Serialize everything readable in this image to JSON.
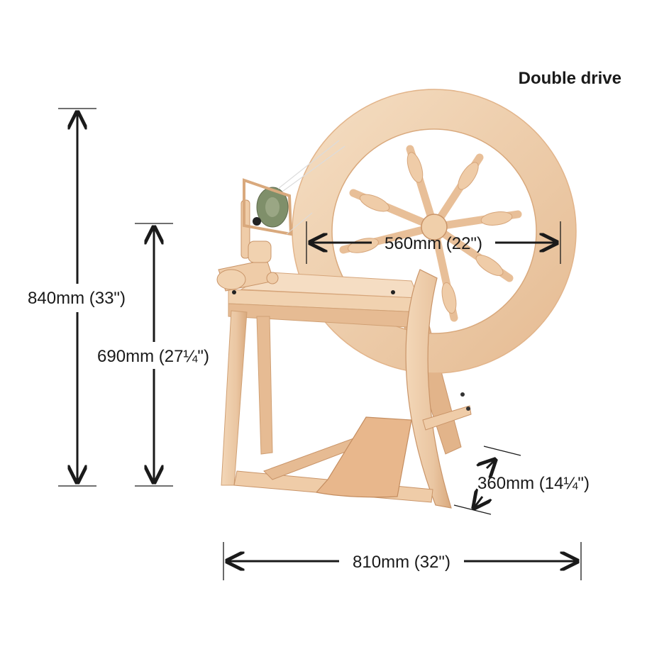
{
  "title": "Double drive",
  "dimensions": {
    "overall_height": "840mm (33\")",
    "orifice_height": "690mm (27¼\")",
    "wheel_diameter": "560mm (22\")",
    "depth": "360mm (14¼\")",
    "width": "810mm (32\")"
  },
  "colors": {
    "wood_light": "#f2d4b4",
    "wood_mid": "#e8bf98",
    "wood_dark": "#d9a97d",
    "wood_shadow": "#c99468",
    "bobbin_fibre": "#7f8f6a",
    "ink": "#1a1a1a"
  },
  "icons": [
    "spinning-wheel-illustration",
    "dimension-arrow"
  ]
}
